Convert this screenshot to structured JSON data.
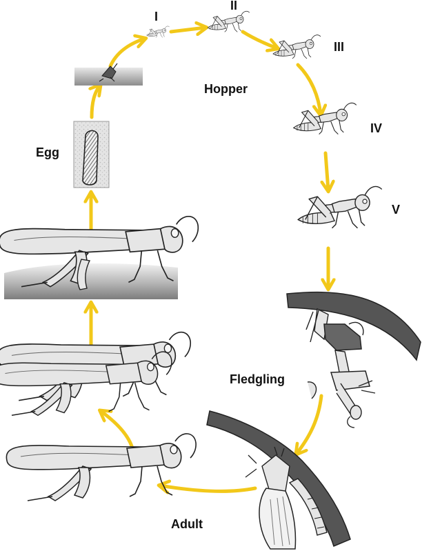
{
  "diagram": {
    "stages": {
      "egg": "Egg",
      "hopper": "Hopper",
      "instars": [
        "I",
        "II",
        "III",
        "IV",
        "V"
      ],
      "fledgling": "Fledgling",
      "adult": "Adult"
    },
    "colors": {
      "arrow": "#F2C81A",
      "outline": "#222222",
      "body_fill": "#E6E6E6",
      "branch": "#555555",
      "ground": "#9A9A9A"
    }
  }
}
